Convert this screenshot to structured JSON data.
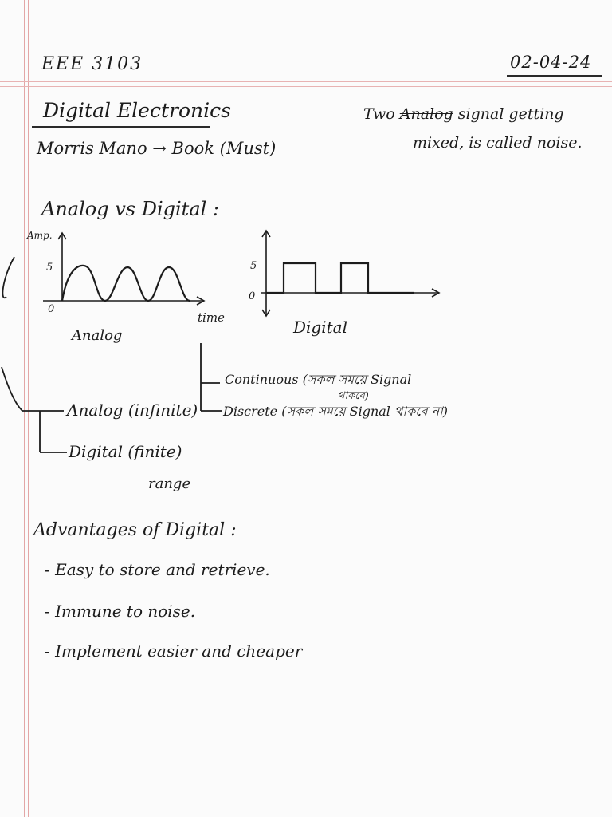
{
  "header": {
    "course_code": "EEE 3103",
    "date": "02-04-24"
  },
  "title": "Digital Electronics",
  "reference": "Morris Mano → Book (Must)",
  "side_note": {
    "line1_prefix": "Two",
    "line1_struck": "Analog",
    "line1_suffix": "signal getting",
    "line2": "mixed, is called noise."
  },
  "section_analog_vs_digital": "Analog vs Digital :",
  "analog_graph": {
    "axis_y_label": "Amp.",
    "tick_high": "5",
    "tick_origin": "0",
    "axis_x_label": "time",
    "caption": "Analog"
  },
  "digital_graph": {
    "tick_high": "5",
    "tick_origin": "0",
    "caption": "Digital"
  },
  "classification": {
    "continuous_label": "Continuous (সকল সময়ে Signal",
    "continuous_cont": "থাকবে)",
    "discrete_label": "Discrete (সকল সময়ে Signal থাকবে না)",
    "analog_item": "Analog (infinite)",
    "digital_item": "Digital (finite)",
    "range_note": "range"
  },
  "advantages": {
    "heading": "Advantages of Digital :",
    "items": [
      "- Easy to store and retrieve.",
      "- Immune to noise.",
      "- Implement easier and cheaper"
    ]
  }
}
